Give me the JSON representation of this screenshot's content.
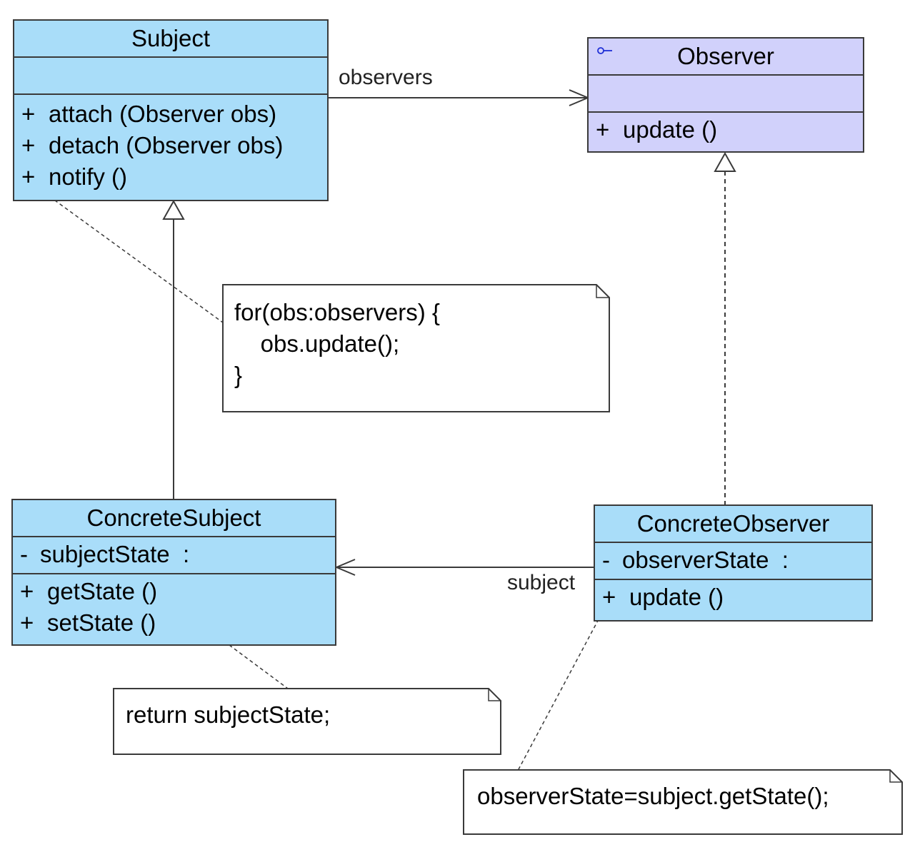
{
  "classes": {
    "subject": {
      "name": "Subject",
      "attributes": [],
      "operations": [
        {
          "visibility": "+",
          "text": "attach (Observer obs)"
        },
        {
          "visibility": "+",
          "text": "detach (Observer obs)"
        },
        {
          "visibility": "+",
          "text": "notify ()"
        }
      ],
      "color": "#a9ddf9"
    },
    "observer": {
      "name": "Observer",
      "icon": "interface-icon",
      "attributes": [],
      "operations": [
        {
          "visibility": "+",
          "text": "update ()"
        }
      ],
      "color": "#d1d1fb"
    },
    "concrete_subject": {
      "name": "ConcreteSubject",
      "attributes": [
        {
          "visibility": "-",
          "text": "subjectState  :"
        }
      ],
      "operations": [
        {
          "visibility": "+",
          "text": "getState ()"
        },
        {
          "visibility": "+",
          "text": "setState ()"
        }
      ],
      "color": "#a9ddf9"
    },
    "concrete_observer": {
      "name": "ConcreteObserver",
      "attributes": [
        {
          "visibility": "-",
          "text": "observerState  :"
        }
      ],
      "operations": [
        {
          "visibility": "+",
          "text": "update ()"
        }
      ],
      "color": "#a9ddf9"
    }
  },
  "notes": {
    "notify_note": {
      "lines": [
        "for(obs:observers) {",
        "    obs.update();",
        "}"
      ]
    },
    "getstate_note": {
      "lines": [
        "return subjectState;"
      ]
    },
    "update_note": {
      "lines": [
        "observerState=subject.getState();"
      ]
    }
  },
  "associations": {
    "observers_label": "observers",
    "subject_label": "subject"
  }
}
